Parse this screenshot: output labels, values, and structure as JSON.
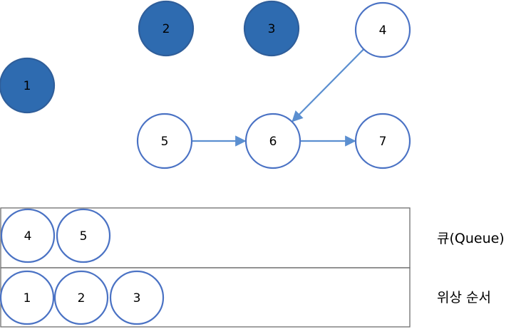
{
  "colors": {
    "visited_fill": "#2E6BB0",
    "visited_stroke": "#2F5E9A",
    "node_stroke": "#4A72C4",
    "node_fill": "#FFFFFF",
    "edge": "#5B8FD0",
    "panel_border": "#6E6E6E"
  },
  "graph": {
    "nodes": [
      {
        "id": "1",
        "label": "1",
        "visited": true
      },
      {
        "id": "2",
        "label": "2",
        "visited": true
      },
      {
        "id": "3",
        "label": "3",
        "visited": true
      },
      {
        "id": "4",
        "label": "4",
        "visited": false
      },
      {
        "id": "5",
        "label": "5",
        "visited": false
      },
      {
        "id": "6",
        "label": "6",
        "visited": false
      },
      {
        "id": "7",
        "label": "7",
        "visited": false
      }
    ],
    "edges": [
      {
        "from": "4",
        "to": "6"
      },
      {
        "from": "5",
        "to": "6"
      },
      {
        "from": "6",
        "to": "7"
      }
    ]
  },
  "queue": {
    "title": "큐(Queue)",
    "items": [
      "4",
      "5"
    ]
  },
  "order": {
    "title": "위상 순서",
    "items": [
      "1",
      "2",
      "3"
    ]
  }
}
